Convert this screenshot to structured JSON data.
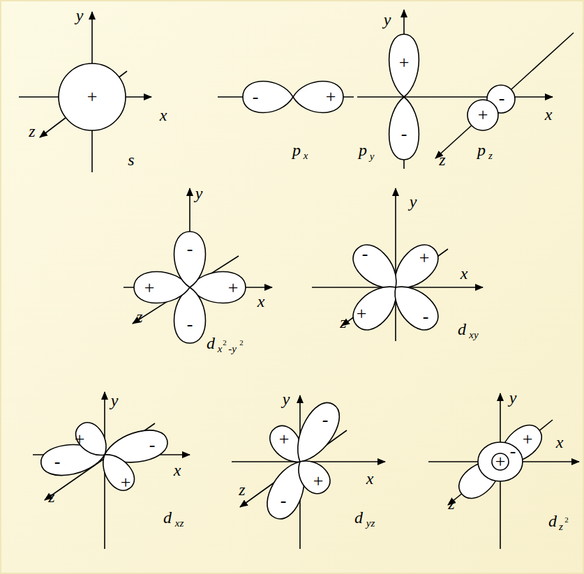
{
  "diagram": {
    "labels": [
      "y",
      "x",
      "z",
      "+",
      "s",
      "-",
      "+",
      "p",
      "x",
      "y",
      "+",
      "-",
      "p",
      "y",
      "x",
      "-",
      "+",
      "z",
      "p",
      "z",
      "y",
      "-",
      "+",
      "+",
      "x",
      "z",
      "-",
      "d",
      "x",
      "2",
      "-y",
      "2",
      "y",
      "-",
      "+",
      "x",
      "+",
      "-",
      "z",
      "d",
      "xy",
      "y",
      "+",
      "-",
      "-",
      "+",
      "x",
      "z",
      "d",
      "xz",
      "y",
      "-",
      "+",
      "x",
      "+",
      "z",
      "-",
      "d",
      "yz",
      "y",
      "+",
      "x",
      "-",
      "+",
      "z",
      "d",
      "z",
      "2"
    ]
  }
}
